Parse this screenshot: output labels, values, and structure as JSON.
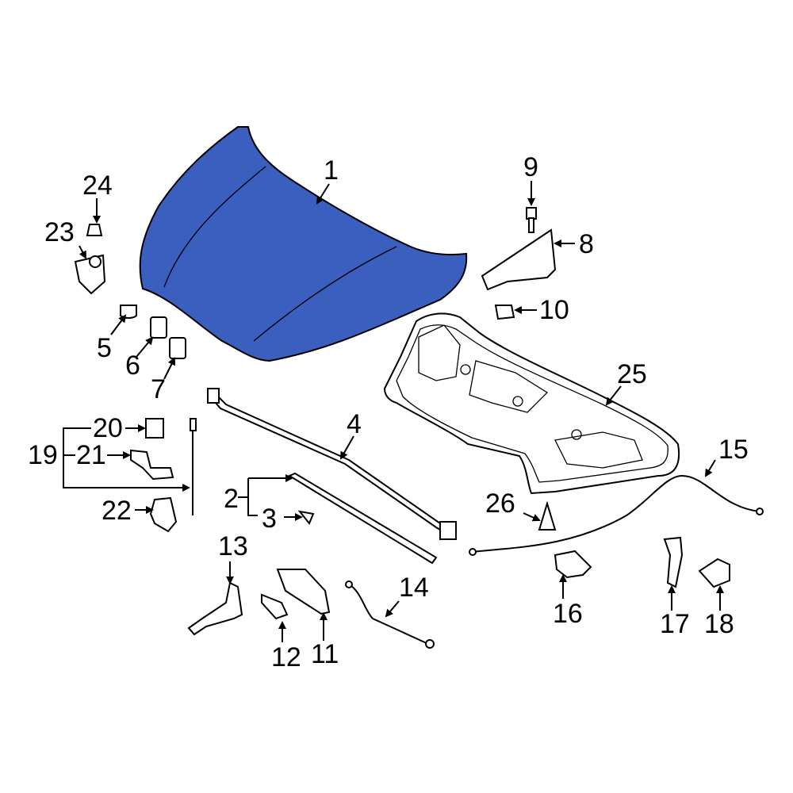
{
  "diagram": {
    "title": "Hood & Components exploded parts diagram",
    "highlight_color": "#3a5fbf",
    "highlighted_part": "1",
    "callouts": [
      {
        "id": "1",
        "label": "1",
        "part": "hood-panel"
      },
      {
        "id": "2",
        "label": "2",
        "part": "seal-strip"
      },
      {
        "id": "3",
        "label": "3",
        "part": "clip"
      },
      {
        "id": "4",
        "label": "4",
        "part": "weatherstrip"
      },
      {
        "id": "5",
        "label": "5",
        "part": "plug"
      },
      {
        "id": "6",
        "label": "6",
        "part": "bumper"
      },
      {
        "id": "7",
        "label": "7",
        "part": "bumper"
      },
      {
        "id": "8",
        "label": "8",
        "part": "hinge"
      },
      {
        "id": "9",
        "label": "9",
        "part": "bolt"
      },
      {
        "id": "10",
        "label": "10",
        "part": "bolt"
      },
      {
        "id": "11",
        "label": "11",
        "part": "latch"
      },
      {
        "id": "12",
        "label": "12",
        "part": "striker"
      },
      {
        "id": "13",
        "label": "13",
        "part": "safety-catch"
      },
      {
        "id": "14",
        "label": "14",
        "part": "rod"
      },
      {
        "id": "15",
        "label": "15",
        "part": "release-cable"
      },
      {
        "id": "16",
        "label": "16",
        "part": "cable-clip"
      },
      {
        "id": "17",
        "label": "17",
        "part": "release-handle"
      },
      {
        "id": "18",
        "label": "18",
        "part": "bracket"
      },
      {
        "id": "19",
        "label": "19",
        "part": "support-rod-assembly"
      },
      {
        "id": "20",
        "label": "20",
        "part": "clip"
      },
      {
        "id": "21",
        "label": "21",
        "part": "bracket"
      },
      {
        "id": "22",
        "label": "22",
        "part": "holder"
      },
      {
        "id": "23",
        "label": "23",
        "part": "bumper-bracket"
      },
      {
        "id": "24",
        "label": "24",
        "part": "cap"
      },
      {
        "id": "25",
        "label": "25",
        "part": "insulator-pad"
      },
      {
        "id": "26",
        "label": "26",
        "part": "retainer"
      }
    ]
  }
}
